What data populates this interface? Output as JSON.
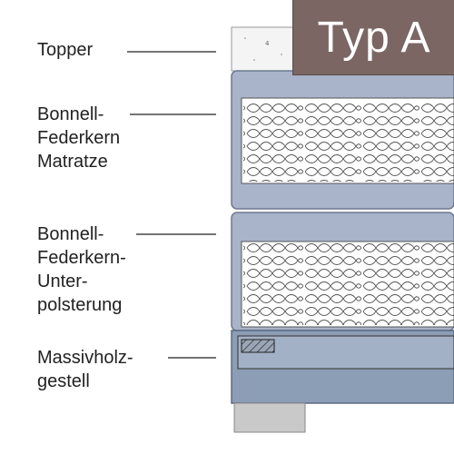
{
  "badge": {
    "text": "Typ A"
  },
  "labels": {
    "topper": "Topper",
    "matratze": "Bonnell-\nFederkern\nMatratze",
    "unterpolsterung": "Bonnell-\nFederkern-\nUnter-\npolsterung",
    "gestell": "Massivholz-\ngestell"
  },
  "colors": {
    "mattress_fill": "#a9b3c9",
    "mattress_stroke": "#6d7890",
    "frame_fill": "#8c9db6",
    "badge": "#7b6663",
    "foot": "#c9c9c9"
  },
  "layers": [
    "topper",
    "matratze",
    "unterpolsterung",
    "gestell"
  ]
}
